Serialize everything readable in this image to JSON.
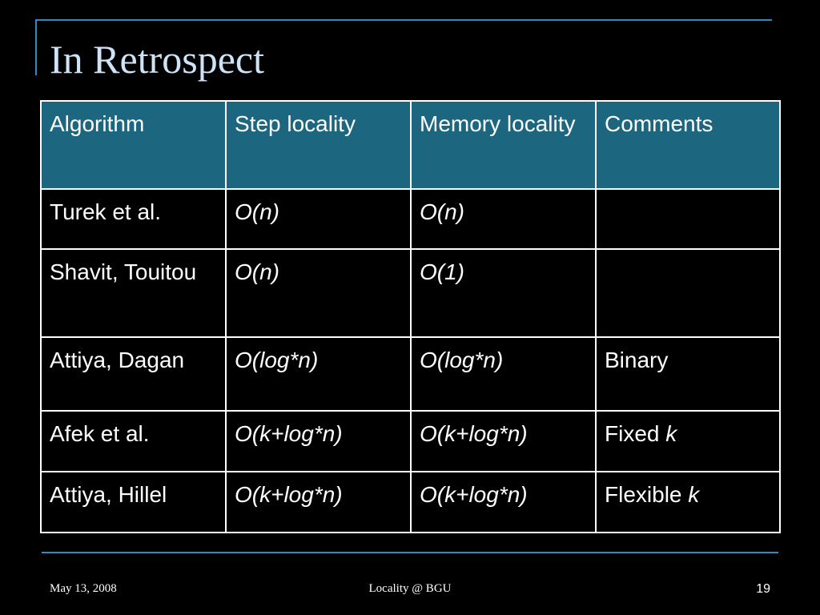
{
  "slide": {
    "title": "In Retrospect",
    "accent_color": "#2e8cc4",
    "header_bg_color": "#1c6680"
  },
  "table": {
    "headers": [
      "Algorithm",
      "Step locality",
      "Memory locality",
      "Comments"
    ],
    "rows": [
      {
        "algorithm": "Turek et al.",
        "step": "O(n)",
        "memory": "O(n)",
        "comment": "",
        "comment_var": ""
      },
      {
        "algorithm": "Shavit, Touitou",
        "step": "O(n)",
        "memory": "O(1)",
        "comment": "",
        "comment_var": ""
      },
      {
        "algorithm": "Attiya, Dagan",
        "step": "O(log*n)",
        "memory": "O(log*n)",
        "comment": "Binary",
        "comment_var": ""
      },
      {
        "algorithm": "Afek et al.",
        "step": "O(k+log*n)",
        "memory": "O(k+log*n)",
        "comment": "Fixed ",
        "comment_var": "k"
      },
      {
        "algorithm": "Attiya, Hillel",
        "step": "O(k+log*n)",
        "memory": "O(k+log*n)",
        "comment": "Flexible ",
        "comment_var": "k"
      }
    ]
  },
  "footer": {
    "date": "May 13, 2008",
    "center": "Locality @ BGU",
    "page_number": "19"
  }
}
